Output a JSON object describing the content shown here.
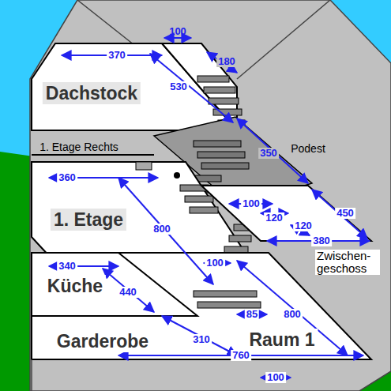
{
  "diagram": {
    "labels": [
      "100",
      "370",
      "180",
      "530",
      "Dachstock",
      "1. Etage Rechts",
      "350",
      "Podest",
      "360",
      "100",
      "450",
      "1. Etage",
      "800",
      "120",
      "120",
      "380",
      "Zwischen- geschoss",
      "100",
      "340",
      "Küche",
      "440",
      "85",
      "800",
      "Garderobe",
      "310",
      "Raum 1",
      "760",
      "100"
    ]
  }
}
